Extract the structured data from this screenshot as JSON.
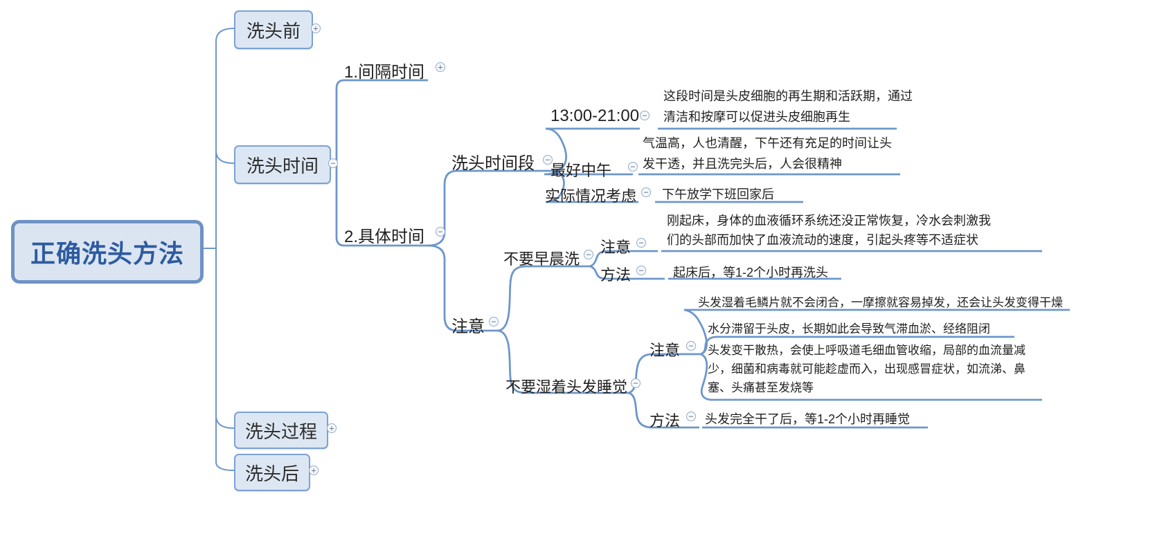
{
  "palette": {
    "line": "#6d96cb",
    "box_fill": "#dde7f3",
    "box_border": "#7ba1d7",
    "root_text": "#2e5b9f",
    "text": "#1f1f1f"
  },
  "icons": {
    "expand": "+",
    "collapse": "−"
  },
  "nodes": {
    "root": "正确洗头方法",
    "before": "洗头前",
    "time": "洗头时间",
    "process": "洗头过程",
    "after": "洗头后",
    "interval": "1.间隔时间",
    "specific": "2.具体时间",
    "period": "洗头时间段",
    "caution": "注意",
    "slot1": "13:00-21:00",
    "slot1_text": "这段时间是头皮细胞的再生期和活跃期，通过清洁和按摩可以促进头皮细胞再生",
    "slot2": "最好中午",
    "slot2_text": "气温高，人也清醒，下午还有充足的时间让头发干透，并且洗完头后，人会很精神",
    "slot3": "实际情况考虑",
    "slot3_text": "下午放学下班回家后",
    "no_morning": "不要早晨洗",
    "no_morning_caution": "注意",
    "no_morning_caution_text": "刚起床，身体的血液循环系统还没正常恢复，冷水会刺激我们的头部而加快了血液流动的速度，引起头疼等不适症状",
    "no_morning_method": "方法",
    "no_morning_method_text": "起床后，等1-2个小时再洗头",
    "no_wet": "不要湿着头发睡觉",
    "no_wet_caution": "注意",
    "no_wet_reason1": "头发湿着毛鳞片就不会闭合，一摩擦就容易掉发，还会让头发变得干燥",
    "no_wet_reason2": "水分滞留于头皮，长期如此会导致气滞血淤、经络阻闭",
    "no_wet_reason3": "头发变干散热，会使上呼吸道毛细血管收缩，局部的血流量减少，细菌和病毒就可能趁虚而入，出现感冒症状，如流涕、鼻塞、头痛甚至发烧等",
    "no_wet_method": "方法",
    "no_wet_method_text": "头发完全干了后，等1-2个小时再睡觉"
  }
}
